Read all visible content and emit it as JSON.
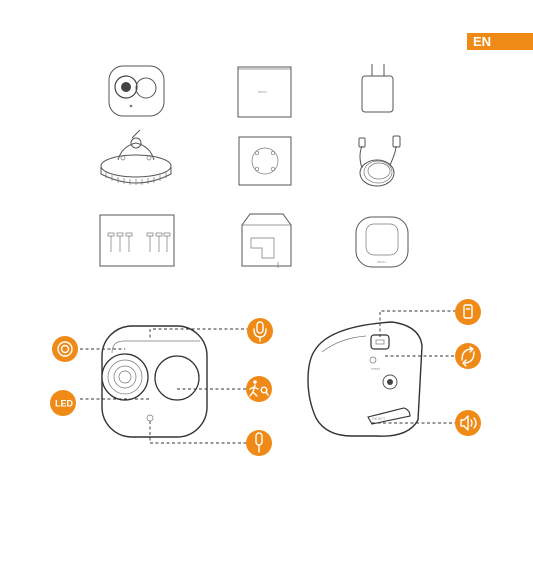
{
  "language_badge": "EN",
  "colors": {
    "accent": "#ef8a17"
  },
  "package_contents": [
    {
      "name": "camera",
      "icon": "camera-front-icon"
    },
    {
      "name": "quick-start-guide",
      "icon": "booklet-icon",
      "printed_text": "imou"
    },
    {
      "name": "power-adapter",
      "icon": "power-adapter-icon"
    },
    {
      "name": "mount",
      "icon": "mount-base-icon"
    },
    {
      "name": "mounting-template",
      "icon": "template-sheet-icon"
    },
    {
      "name": "usb-cable",
      "icon": "usb-cable-icon"
    },
    {
      "name": "screws",
      "icon": "screw-pack-icon"
    },
    {
      "name": "waterproof-cover",
      "icon": "waterproof-cover-icon"
    },
    {
      "name": "base-station",
      "icon": "base-station-icon",
      "printed_text": "imou"
    }
  ],
  "callouts_front": [
    {
      "icon": "lens-icon"
    },
    {
      "icon": "led-icon",
      "label": "LED"
    },
    {
      "icon": "microphone-icon"
    },
    {
      "icon": "pir-sensor-icon"
    },
    {
      "icon": "light-sensor-icon"
    }
  ],
  "callouts_back": [
    {
      "icon": "usb-port-icon"
    },
    {
      "icon": "sync-button-icon"
    },
    {
      "icon": "speaker-icon"
    }
  ]
}
